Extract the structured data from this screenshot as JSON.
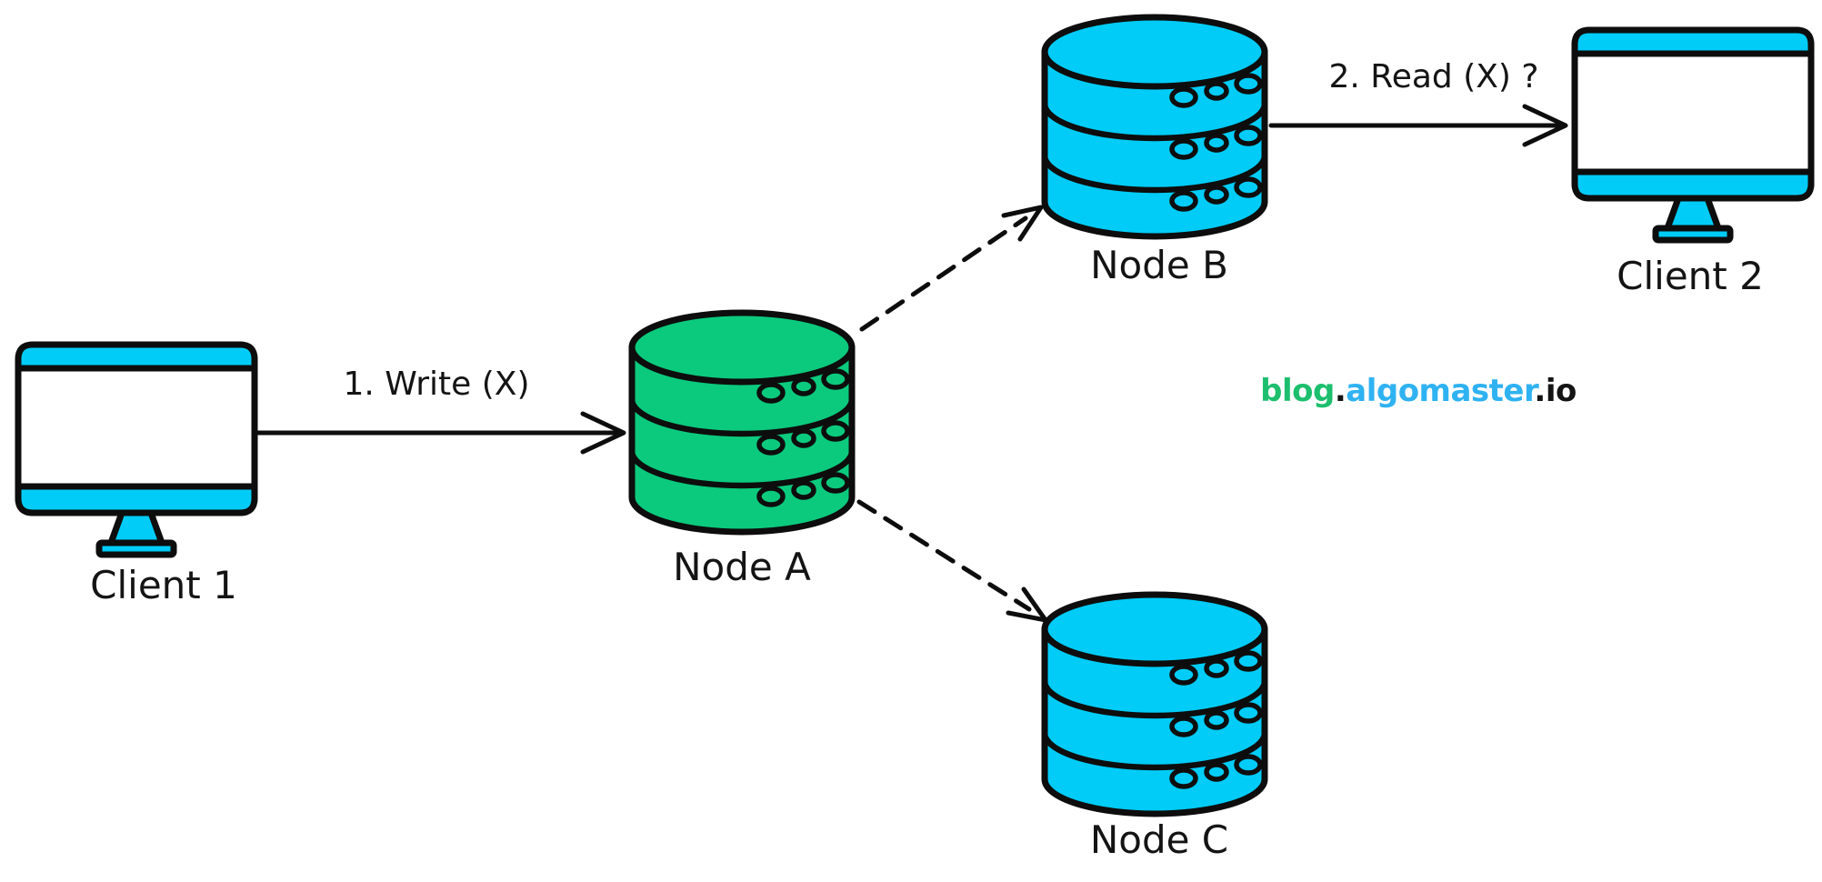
{
  "colors": {
    "cyan": "#00ccf7",
    "green": "#0bca7d",
    "stroke": "#0d0d0d",
    "logo_green": "#1dbf6e",
    "logo_blue": "#2fb2f2",
    "logo_dark": "#141414"
  },
  "nodes": {
    "client1": {
      "label": "Client 1",
      "type": "client"
    },
    "client2": {
      "label": "Client 2",
      "type": "client"
    },
    "node_a": {
      "label": "Node A",
      "type": "database",
      "color": "green"
    },
    "node_b": {
      "label": "Node B",
      "type": "database",
      "color": "cyan"
    },
    "node_c": {
      "label": "Node C",
      "type": "database",
      "color": "cyan"
    }
  },
  "edges": {
    "write": {
      "label": "1. Write (X)",
      "from": "Client 1",
      "to": "Node A",
      "style": "solid"
    },
    "read": {
      "label": "2. Read (X) ?",
      "from": "Node B",
      "to": "Client 2",
      "style": "solid"
    },
    "replicate_b": {
      "label": "",
      "from": "Node A",
      "to": "Node B",
      "style": "dashed"
    },
    "replicate_c": {
      "label": "",
      "from": "Node A",
      "to": "Node C",
      "style": "dashed"
    }
  },
  "watermark": {
    "blog": "blog",
    "dot1": ".",
    "algomaster": "algomaster",
    "dot2": ".",
    "io": "io"
  }
}
